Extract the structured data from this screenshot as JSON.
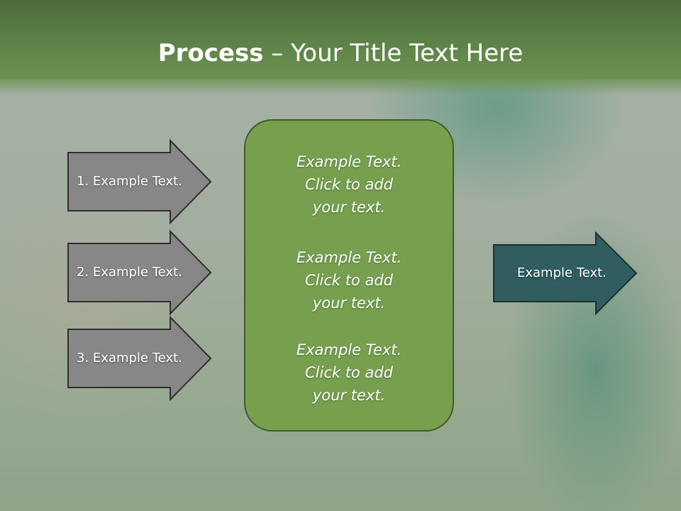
{
  "slide": {
    "title_bold": "Process",
    "title_rest": " – Your Title Text Here"
  },
  "left_arrows": [
    {
      "label": "1. Example Text."
    },
    {
      "label": "2. Example Text."
    },
    {
      "label": "3. Example Text."
    }
  ],
  "center_box": {
    "blocks": [
      {
        "line1": "Example Text.",
        "line2": "Click  to add",
        "line3": "your text."
      },
      {
        "line1": "Example Text.",
        "line2": "Click  to add",
        "line3": "your text."
      },
      {
        "line1": "Example Text.",
        "line2": "Click  to add",
        "line3": "your text."
      }
    ]
  },
  "right_arrow": {
    "label": "Example Text."
  },
  "colors": {
    "header_green": "#5f8449",
    "left_arrow_fill": "#878787",
    "center_box_fill": "#76a04e",
    "right_arrow_fill": "#2f5d60"
  }
}
